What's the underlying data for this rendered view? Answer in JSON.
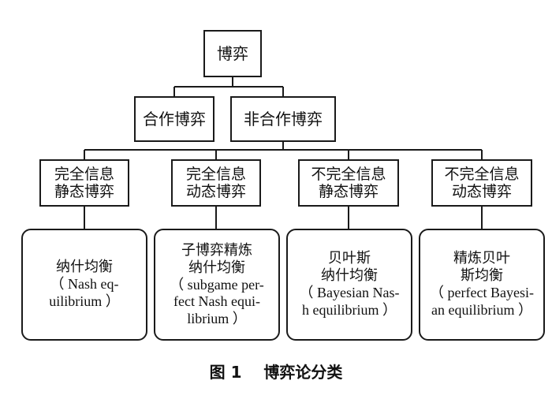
{
  "root": {
    "label": "博弈"
  },
  "level1": [
    {
      "label": "合作博弈"
    },
    {
      "label": "非合作博弈"
    }
  ],
  "level2": [
    {
      "line1": "完全信息",
      "line2": "静态博弈"
    },
    {
      "line1": "完全信息",
      "line2": "动态博弈"
    },
    {
      "line1": "不完全信息",
      "line2": "静态博弈"
    },
    {
      "line1": "不完全信息",
      "line2": "动态博弈"
    }
  ],
  "level3": [
    {
      "cn_lines": [
        "纳什均衡"
      ],
      "en_lines": [
        "（ Nash eq-",
        "uilibrium ）"
      ]
    },
    {
      "cn_lines": [
        "子博弈精炼",
        "纳什均衡"
      ],
      "en_lines": [
        "（ subgame per-",
        "fect Nash equi-",
        "librium ）"
      ]
    },
    {
      "cn_lines": [
        "贝叶斯",
        "纳什均衡"
      ],
      "en_lines": [
        "（ Bayesian Nas-",
        "h equilibrium ）"
      ]
    },
    {
      "cn_lines": [
        "精炼贝叶",
        "斯均衡"
      ],
      "en_lines": [
        "（ perfect Bayesi-",
        "an equilibrium ）"
      ]
    }
  ],
  "caption": {
    "figure": "图 1",
    "title": "博弈论分类"
  }
}
